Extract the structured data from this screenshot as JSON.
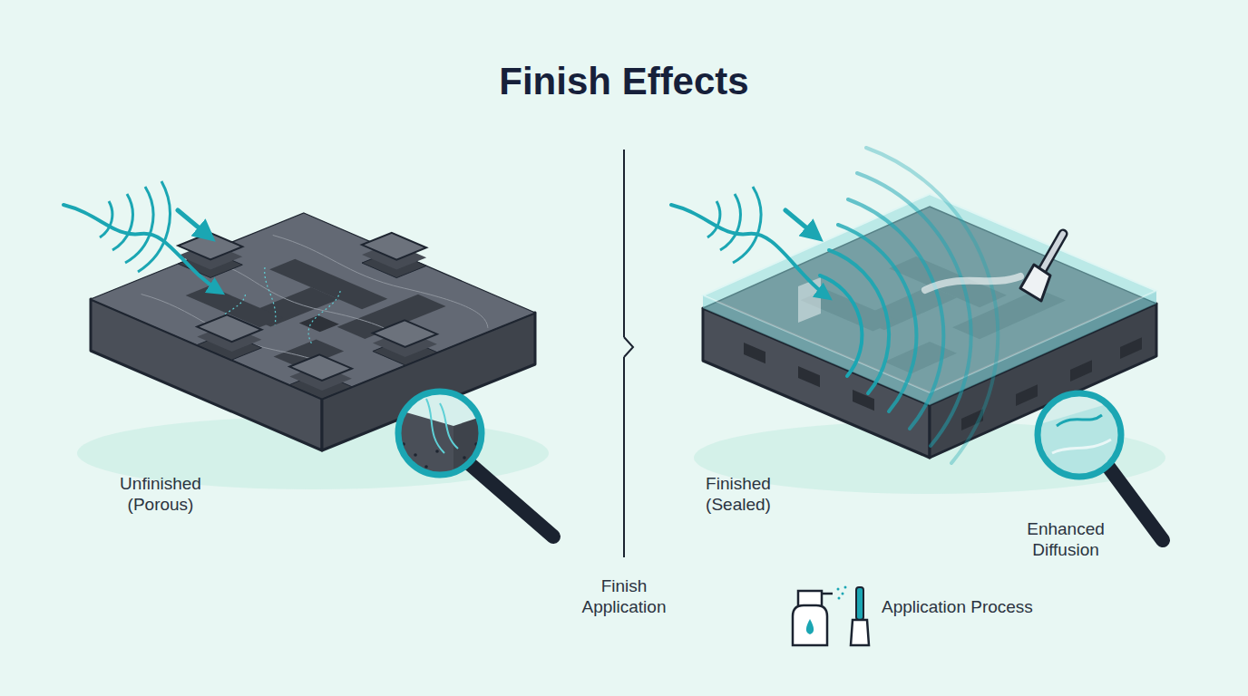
{
  "diagram": {
    "title": "Finish Effects",
    "labels": [
      "Unfinished (Porous)",
      "Finish Application",
      "Finished (Sealed)",
      "Enhanced Diffusion",
      "Application Process"
    ]
  }
}
